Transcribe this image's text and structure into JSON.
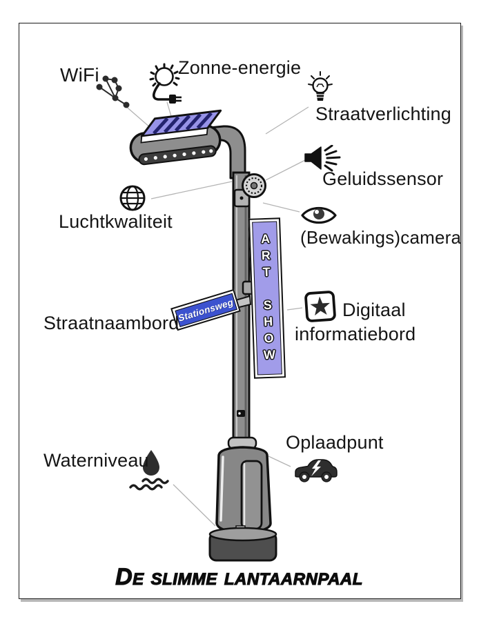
{
  "title": "De slimme lantaarnpaal",
  "labels": {
    "wifi": "WiFi",
    "solar_energy": "Zonne-energie",
    "street_lighting": "Straatverlichting",
    "sound_sensor": "Geluidssensor",
    "air_quality": "Luchtkwaliteit",
    "camera": "(Bewakings)camera",
    "street_name_sign": "Straatnaambord",
    "digital_board_line1": "Digitaal",
    "digital_board_line2": "informatiebord",
    "water_level": "Waterniveau",
    "charging_point": "Oplaadpunt"
  },
  "lamppost": {
    "banner_text": "ART SHOW",
    "street_sign_text": "Stationsweg"
  },
  "icons": [
    "wifi-network-icon",
    "sun-plug-icon",
    "lightbulb-icon",
    "loudspeaker-icon",
    "globe-icon",
    "eye-icon",
    "star-board-icon",
    "waterdrop-icon",
    "electric-car-icon"
  ],
  "colors": {
    "banner_purple": "#a19ce9",
    "panel_purple": "#9793e8",
    "sign_blue": "#3c52cf",
    "pole_gray": "#8e8e8e",
    "outline": "#111111",
    "connector_line": "#b3b3b3"
  }
}
